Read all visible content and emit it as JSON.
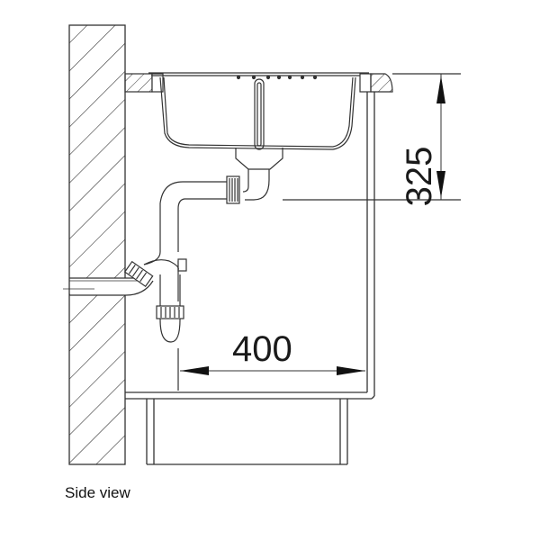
{
  "drawing": {
    "caption": "Side view",
    "dimensions": {
      "height_label": "325",
      "width_label": "400"
    },
    "colors": {
      "line": "#333333",
      "background": "#ffffff"
    }
  }
}
